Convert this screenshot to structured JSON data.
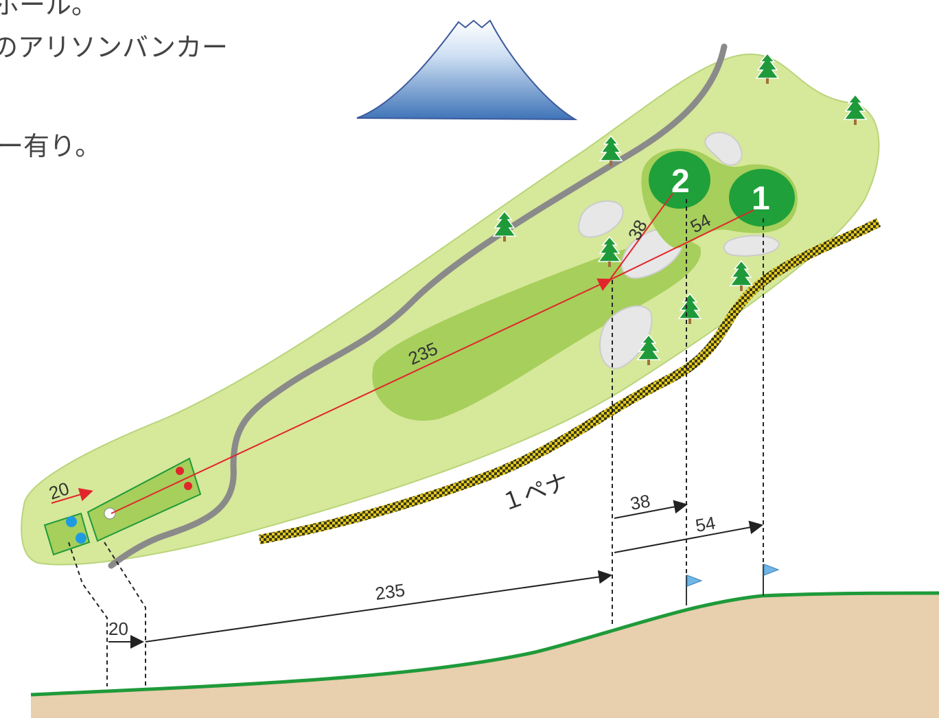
{
  "description_lines": [
    "ホール。",
    "のアリソンバンカー",
    "ー有り。"
  ],
  "greens": [
    {
      "label": "2",
      "from_landing": "38"
    },
    {
      "label": "1",
      "from_landing": "54"
    }
  ],
  "tee_distance": "20",
  "drive_distance": "235",
  "penalty_label": "１ペナ",
  "colors": {
    "rough": "#d6e89a",
    "fairway": "#a6cf5b",
    "green": "#1fa03a",
    "cart_path": "#8a8a8a",
    "ob_line": "#e4c81e",
    "aim_line": "#e0262b",
    "ground": "#e8cfae",
    "ground_line": "#1f9a3a"
  }
}
